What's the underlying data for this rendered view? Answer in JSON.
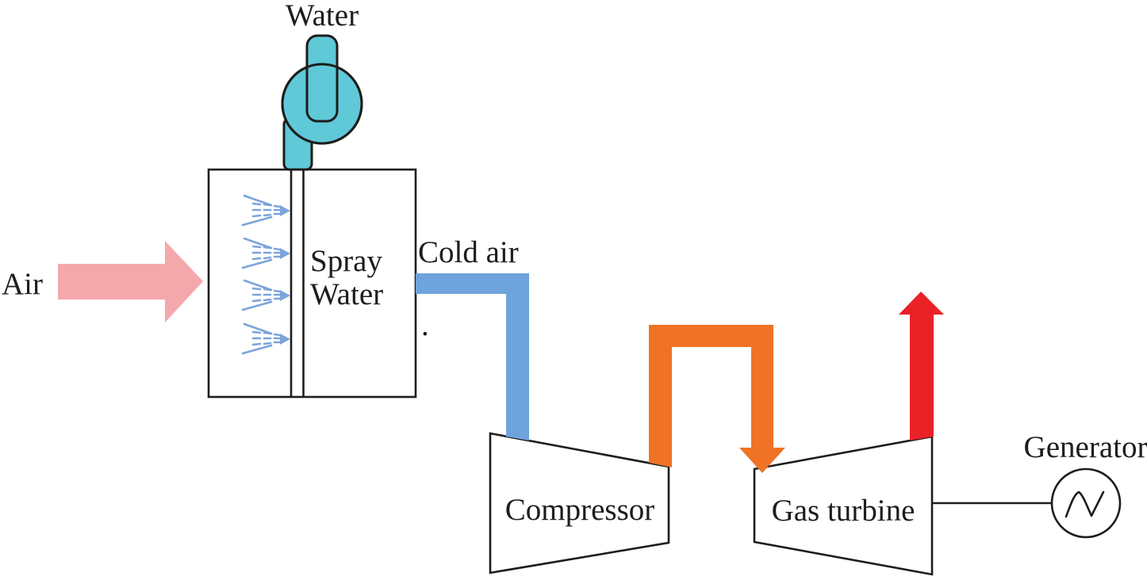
{
  "labels": {
    "water": "Water",
    "air": "Air",
    "spray_water": "Spray Water",
    "cold_air": "Cold air",
    "compressor": "Compressor",
    "gas_turbine": "Gas turbine",
    "generator": "Generator",
    "artifact_dot": "."
  },
  "colors": {
    "air_pink": "#F5A8AC",
    "water_cyan": "#5FC9D8",
    "cold_air_blue": "#6FA3DB",
    "spray_blue": "#7BA4DB",
    "hot_air_orange": "#EF7226",
    "exhaust_red": "#EA2127",
    "line": "#1D1D1B",
    "background": "#FFFFFF"
  },
  "icons": {
    "spray_nozzle": "fan of dashed spray lines converging to an arrowhead",
    "water_valve": "pump/valve circle with inlet and outlet tubes",
    "generator_symbol": "sine-wave in circle"
  }
}
